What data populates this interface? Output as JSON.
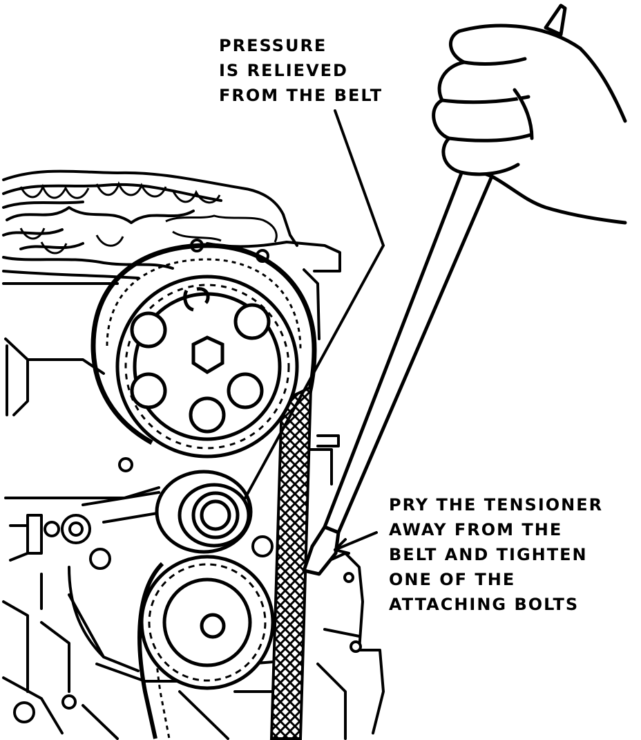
{
  "callouts": {
    "pressure_relieved": {
      "lines": [
        "PRESSURE",
        "IS RELIEVED",
        "FROM THE BELT"
      ]
    },
    "pry_tensioner": {
      "lines": [
        "PRY THE TENSIONER",
        "AWAY FROM THE",
        "BELT AND TIGHTEN",
        "ONE OF THE",
        "ATTACHING BOLTS"
      ]
    }
  },
  "colors": {
    "ink": "#000000",
    "paper": "#ffffff"
  },
  "icons": [
    "camshaft-sprocket-icon",
    "tensioner-pulley-icon",
    "crankshaft-sprocket-icon",
    "pry-bar-icon",
    "hand-icon",
    "timing-belt-icon"
  ]
}
